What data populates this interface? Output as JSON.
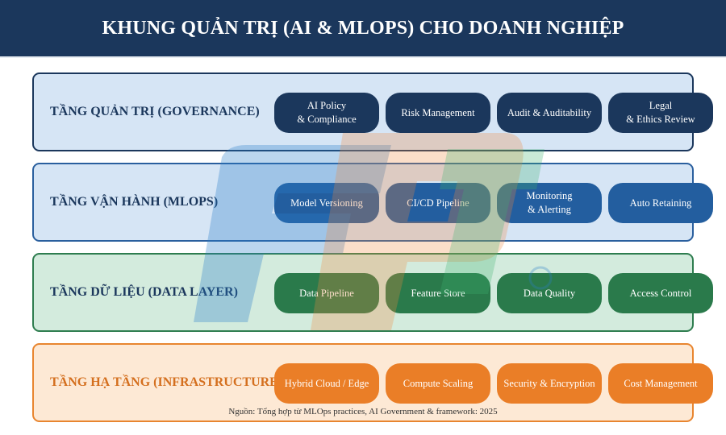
{
  "header": {
    "title": "KHUNG QUẢN TRỊ (AI & MLOPS) CHO DOANH NGHIỆP"
  },
  "layers": [
    {
      "id": "governance",
      "title": "TẦNG QUẢN TRỊ (GOVERNANCE)",
      "color": "#1b375c",
      "background": "#d6e5f5",
      "items": [
        "AI Policy\n& Compliance",
        "Risk Management",
        "Audit & Auditability",
        "Legal\n& Ethics Review"
      ]
    },
    {
      "id": "mlops",
      "title": "TẦNG VẬN HÀNH (MLOPS)",
      "color": "#235e9f",
      "background": "#d6e5f5",
      "items": [
        "Model Versioning",
        "CI/CD Pipeline",
        "Monitoring\n& Alerting",
        "Auto Retaining"
      ]
    },
    {
      "id": "data",
      "title": "TẦNG DỮ LIỆU (DATA LAYER)",
      "color": "#2a7a4b",
      "background": "#d3ebdd",
      "items": [
        "Data Pipeline",
        "Feature Store",
        "Data Quality",
        "Access Control"
      ]
    },
    {
      "id": "infrastructure",
      "title": "TẦNG HẠ TẦNG (INFRASTRUCTURE)",
      "color": "#ea7e27",
      "background": "#fde9d5",
      "items": [
        "Hybrid Cloud / Edge",
        "Compute Scaling",
        "Security & Encryption",
        "Cost Management"
      ]
    }
  ],
  "source": "Nguồn: Tổng hợp từ MLOps practices, AI Government & framework: 2025",
  "watermark": {
    "name": "fpt-logo-watermark",
    "colors": [
      "#2a7fc9",
      "#f08a3c",
      "#3cb371"
    ]
  }
}
